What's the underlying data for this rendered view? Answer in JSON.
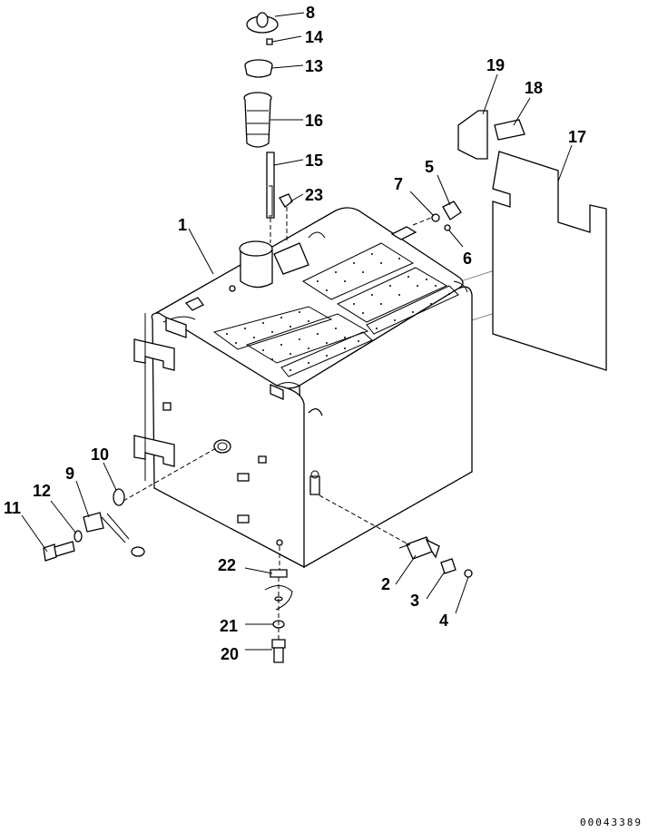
{
  "diagram": {
    "callouts": [
      {
        "id": "c8",
        "text": "8"
      },
      {
        "id": "c14",
        "text": "14"
      },
      {
        "id": "c13",
        "text": "13"
      },
      {
        "id": "c16",
        "text": "16"
      },
      {
        "id": "c15",
        "text": "15"
      },
      {
        "id": "c23",
        "text": "23"
      },
      {
        "id": "c1",
        "text": "1"
      },
      {
        "id": "c7",
        "text": "7"
      },
      {
        "id": "c5",
        "text": "5"
      },
      {
        "id": "c6",
        "text": "6"
      },
      {
        "id": "c19",
        "text": "19"
      },
      {
        "id": "c18",
        "text": "18"
      },
      {
        "id": "c17",
        "text": "17"
      },
      {
        "id": "c10",
        "text": "10"
      },
      {
        "id": "c9",
        "text": "9"
      },
      {
        "id": "c12",
        "text": "12"
      },
      {
        "id": "c11",
        "text": "11"
      },
      {
        "id": "c22",
        "text": "22"
      },
      {
        "id": "c21",
        "text": "21"
      },
      {
        "id": "c20",
        "text": "20"
      },
      {
        "id": "c2",
        "text": "2"
      },
      {
        "id": "c3",
        "text": "3"
      },
      {
        "id": "c4",
        "text": "4"
      }
    ],
    "document_id": "00043389"
  }
}
